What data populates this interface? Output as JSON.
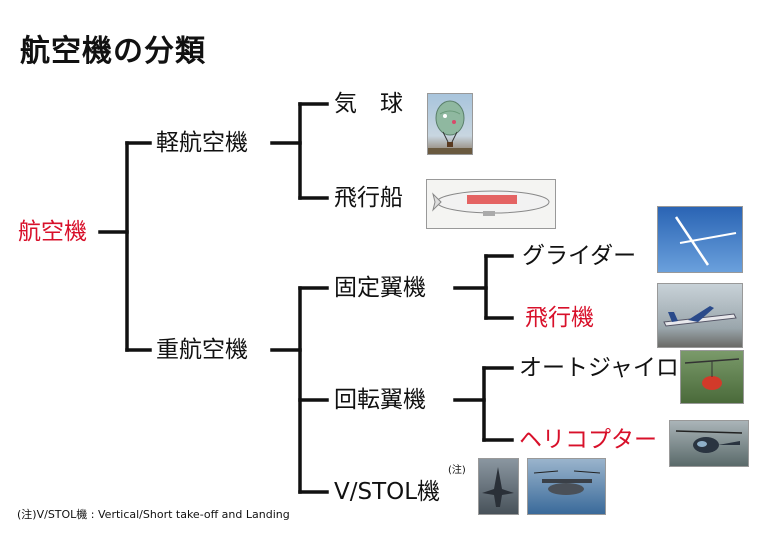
{
  "title": "航空機の分類",
  "root": "航空機",
  "light": {
    "label": "軽航空機",
    "children": [
      "気　球",
      "飛行船"
    ]
  },
  "heavy": {
    "label": "重航空機",
    "fixed_wing": {
      "label": "固定翼機",
      "children": [
        "グライダー",
        "飛行機"
      ]
    },
    "rotary_wing": {
      "label": "回転翼機",
      "children": [
        "オートジャイロ",
        "ヘリコプター"
      ]
    },
    "vstol": {
      "label": "V/STOL機",
      "note_marker": "(注)"
    }
  },
  "footnote": "(注)V/STOL機 : Vertical/Short take-off and Landing",
  "colors": {
    "highlight": "#d8102a",
    "line": "#111111"
  }
}
